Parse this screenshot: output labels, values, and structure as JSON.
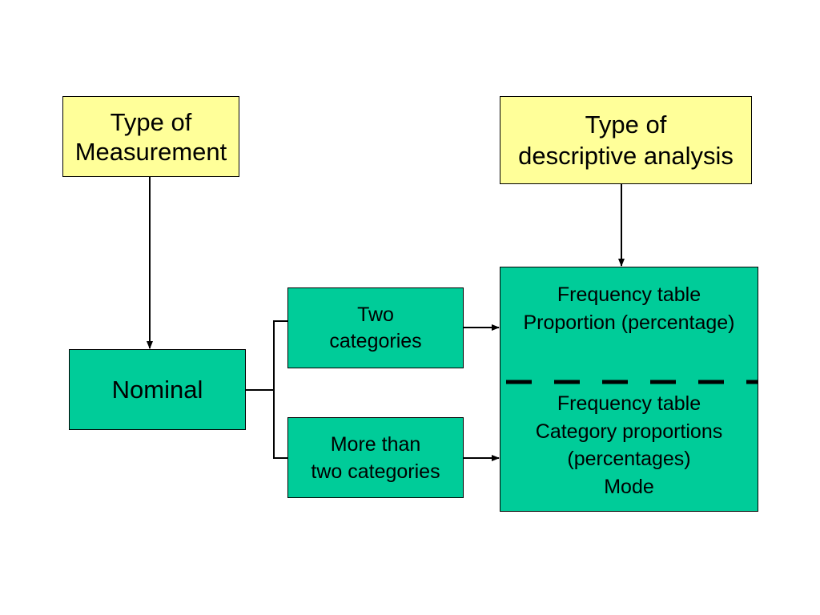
{
  "boxes": {
    "measurement_type": {
      "lines": [
        "Type of",
        "Measurement"
      ]
    },
    "analysis_type": {
      "lines": [
        "Type of",
        "descriptive analysis"
      ]
    },
    "nominal": {
      "lines": [
        "Nominal"
      ]
    },
    "two_categories": {
      "lines": [
        "Two",
        "categories"
      ]
    },
    "more_than_two": {
      "lines": [
        "More than",
        "two categories"
      ]
    },
    "analysis_two": {
      "lines": [
        "Frequency table",
        "Proportion (percentage)"
      ]
    },
    "analysis_more": {
      "lines": [
        "Frequency table",
        "Category proportions",
        "(percentages)",
        "Mode"
      ]
    }
  },
  "colors": {
    "header_fill": "#FFFF99",
    "node_fill": "#00CC99",
    "line": "#000000",
    "background": "#FFFFFF"
  }
}
